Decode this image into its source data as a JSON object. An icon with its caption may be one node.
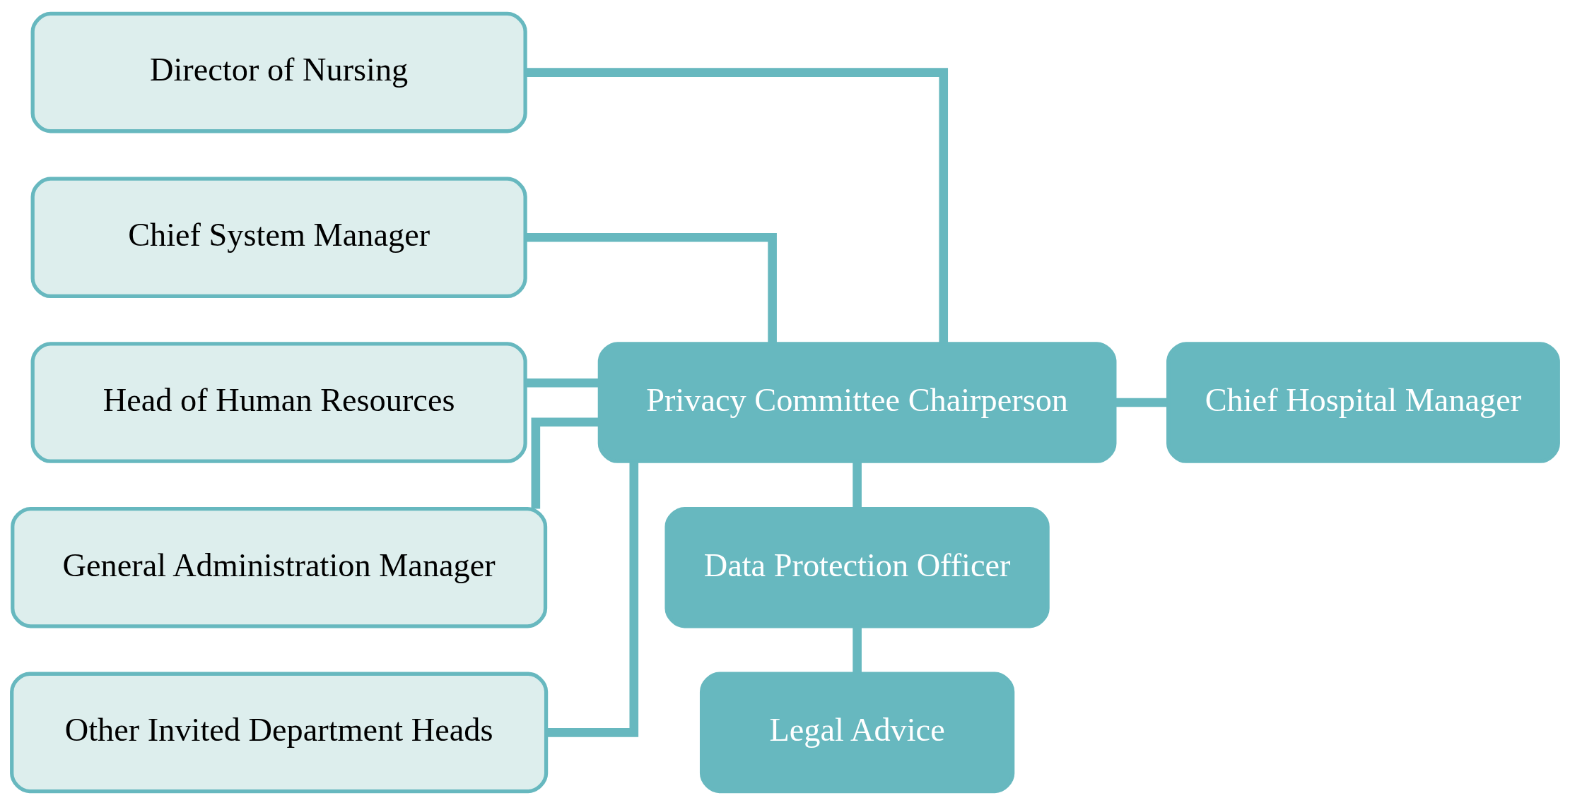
{
  "diagram": {
    "nodes": [
      {
        "text": [
          "Director of Nursing"
        ]
      },
      {
        "text": [
          "Chief System Manager"
        ]
      },
      {
        "text": [
          "Head of Human Resources"
        ]
      },
      {
        "text": [
          "General Administration Manager"
        ]
      },
      {
        "text": [
          "Other Invited Department Heads"
        ]
      },
      {
        "text": [
          "Privacy Committee Chairperson"
        ]
      },
      {
        "text": [
          "Chief Hospital Manager"
        ]
      },
      {
        "text": [
          "Data Protection Officer"
        ]
      },
      {
        "text": [
          "Legal Advice"
        ]
      }
    ],
    "edges": [
      {
        "from": 0,
        "to": 5,
        "arrow": "none"
      },
      {
        "from": 1,
        "to": 5,
        "arrow": "none"
      },
      {
        "from": 2,
        "to": 5,
        "arrow": "none"
      },
      {
        "from": 3,
        "to": 5,
        "arrow": "none"
      },
      {
        "from": 4,
        "to": 5,
        "arrow": "none"
      },
      {
        "from": 5,
        "to": 6,
        "arrow": "none"
      },
      {
        "from": 5,
        "to": 7,
        "arrow": "none"
      },
      {
        "from": 7,
        "to": 8,
        "arrow": "none"
      }
    ]
  }
}
